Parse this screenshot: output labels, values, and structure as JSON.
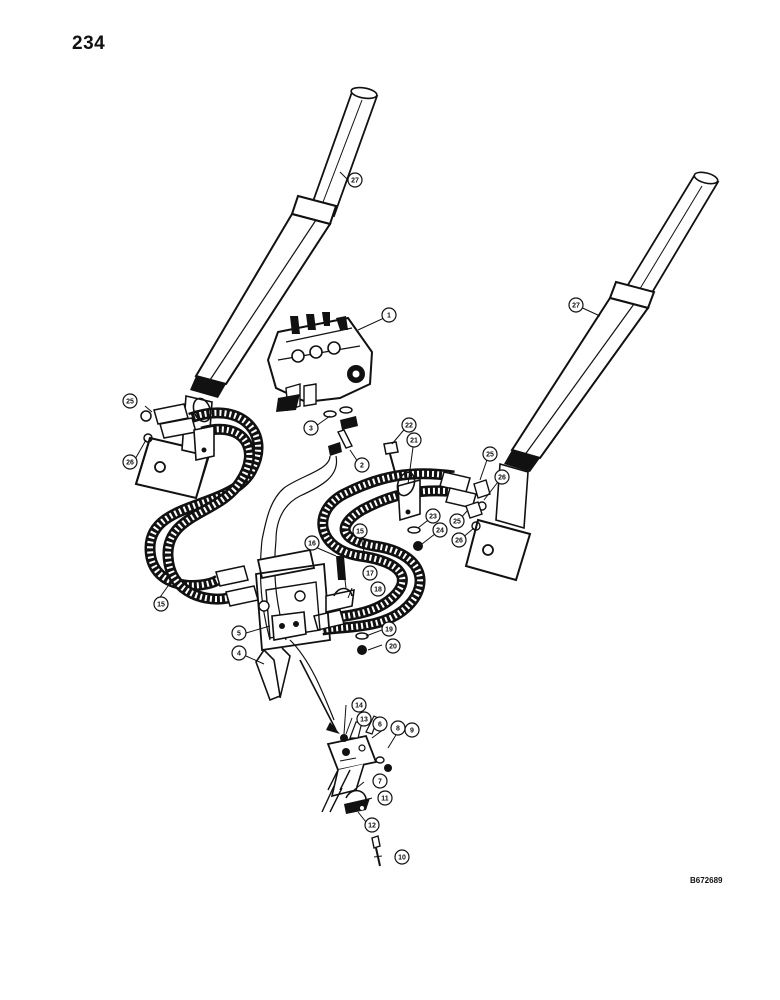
{
  "page": {
    "number": "234",
    "figure_code": "B672689"
  },
  "parts": [
    {
      "id": "1",
      "label": "1"
    },
    {
      "id": "2",
      "label": "2"
    },
    {
      "id": "3",
      "label": "3"
    },
    {
      "id": "4",
      "label": "4"
    },
    {
      "id": "5",
      "label": "5"
    },
    {
      "id": "6",
      "label": "6"
    },
    {
      "id": "7",
      "label": "7"
    },
    {
      "id": "8",
      "label": "8"
    },
    {
      "id": "9",
      "label": "9"
    },
    {
      "id": "10",
      "label": "10"
    },
    {
      "id": "11",
      "label": "11"
    },
    {
      "id": "12",
      "label": "12"
    },
    {
      "id": "13",
      "label": "13"
    },
    {
      "id": "14",
      "label": "14"
    },
    {
      "id": "15a",
      "label": "15"
    },
    {
      "id": "15b",
      "label": "15"
    },
    {
      "id": "16",
      "label": "16"
    },
    {
      "id": "17",
      "label": "17"
    },
    {
      "id": "18",
      "label": "18"
    },
    {
      "id": "19",
      "label": "19"
    },
    {
      "id": "20",
      "label": "20"
    },
    {
      "id": "21",
      "label": "21"
    },
    {
      "id": "22",
      "label": "22"
    },
    {
      "id": "23",
      "label": "23"
    },
    {
      "id": "24",
      "label": "24"
    },
    {
      "id": "25a",
      "label": "25"
    },
    {
      "id": "25b",
      "label": "25"
    },
    {
      "id": "25c",
      "label": "25"
    },
    {
      "id": "26a",
      "label": "26"
    },
    {
      "id": "26b",
      "label": "26"
    },
    {
      "id": "26c",
      "label": "26"
    },
    {
      "id": "27a",
      "label": "27"
    },
    {
      "id": "27b",
      "label": "27"
    }
  ],
  "colors": {
    "ink": "#111111",
    "paper": "#ffffff"
  }
}
